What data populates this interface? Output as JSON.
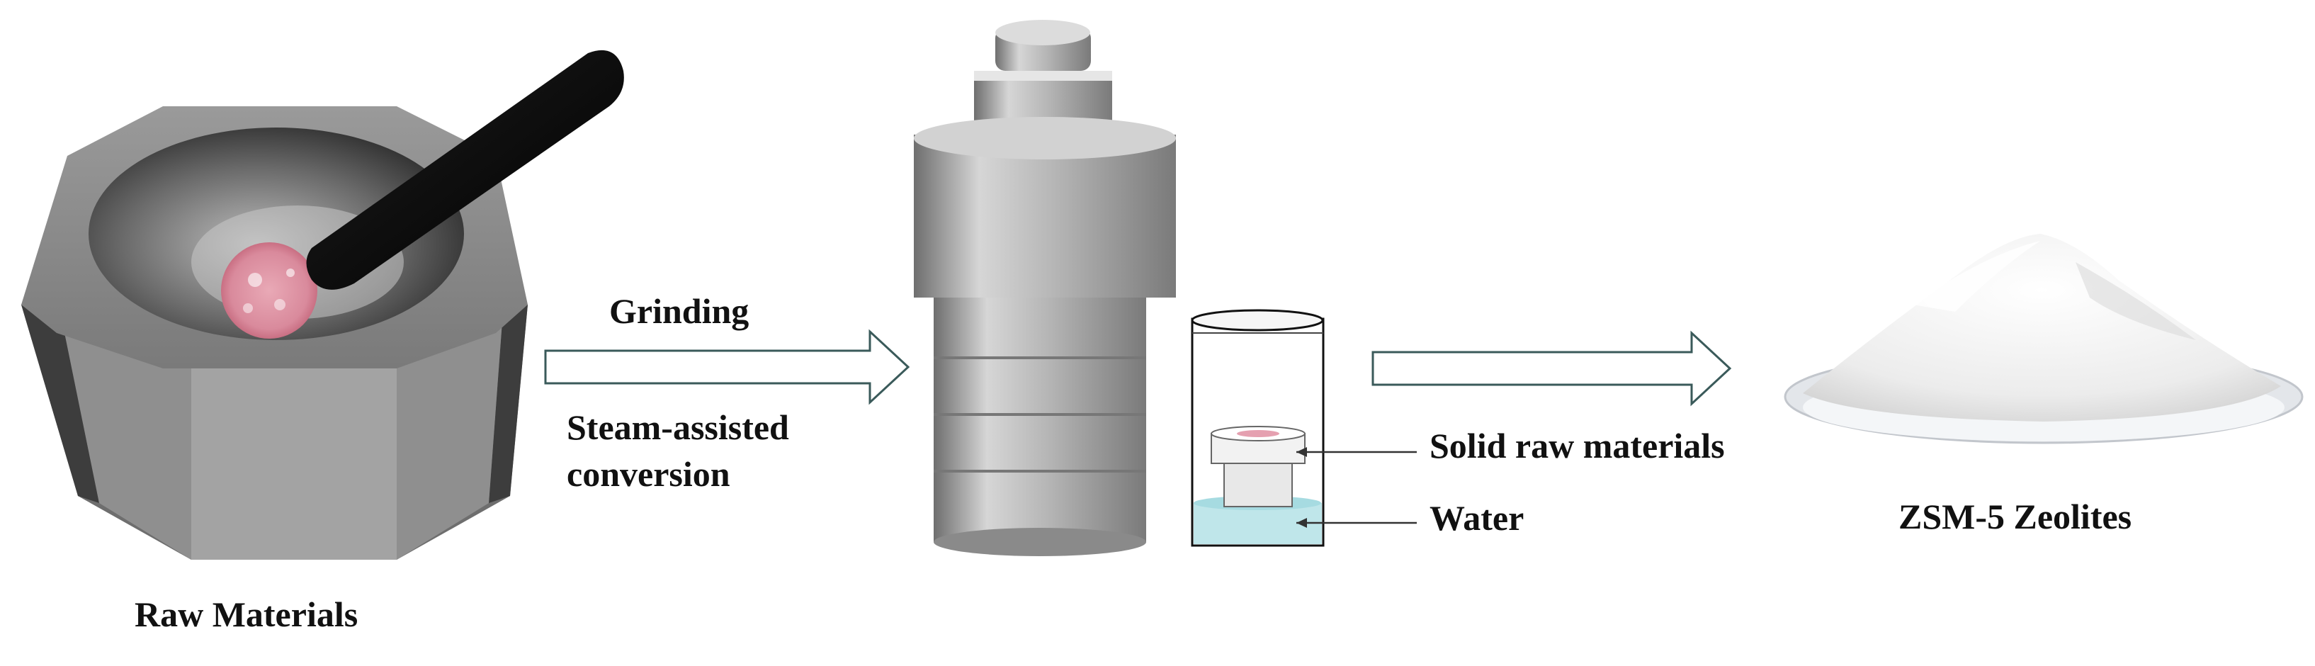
{
  "labels": {
    "raw_materials": "Raw Materials",
    "grinding": "Grinding",
    "steam_line1": "Steam-assisted",
    "steam_line2": "conversion",
    "solid_raw": "Solid raw materials",
    "water": "Water",
    "product": "ZSM-5 Zeolites"
  },
  "icons": [
    "mortar-and-pestle-icon",
    "arrow-right-icon",
    "autoclave-icon",
    "teflon-liner-icon",
    "powder-pile-icon"
  ],
  "colors": {
    "water": "#bfe6ea",
    "metal": "#a8a8a8",
    "mortar": "#8a8a8a",
    "powder": "#f2f2f2"
  }
}
